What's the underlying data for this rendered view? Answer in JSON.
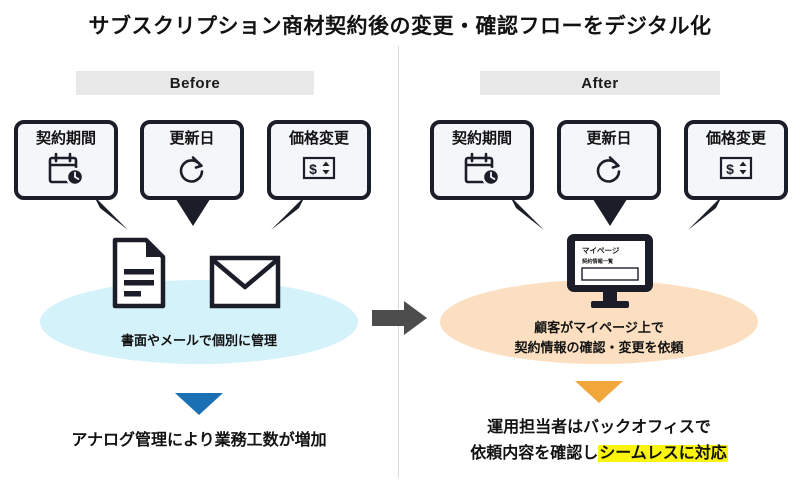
{
  "title": "サブスクリプション商材契約後の変更・確認フローをデジタル化",
  "columns": {
    "before": {
      "header": "Before",
      "bubbles": [
        {
          "label": "契約期間",
          "icon": "calendar-clock-icon"
        },
        {
          "label": "更新日",
          "icon": "refresh-icon"
        },
        {
          "label": "価格変更",
          "icon": "price-change-icon"
        }
      ],
      "scene_icons": [
        {
          "icon": "document-icon"
        },
        {
          "icon": "envelope-icon"
        }
      ],
      "ellipse_caption": "書面やメールで個別に管理",
      "ellipse_color": "#d4f2fa",
      "arrow_color": "#1b70b4",
      "conclusion": "アナログ管理により業務工数が増加"
    },
    "after": {
      "header": "After",
      "bubbles": [
        {
          "label": "契約期間",
          "icon": "calendar-clock-icon"
        },
        {
          "label": "更新日",
          "icon": "refresh-icon"
        },
        {
          "label": "価格変更",
          "icon": "price-change-icon"
        }
      ],
      "monitor": {
        "icon": "monitor-icon",
        "screen_title": "マイページ",
        "screen_subtitle": "契約情報一覧"
      },
      "ellipse_caption_line1": "顧客がマイページ上で",
      "ellipse_caption_line2": "契約情報の確認・変更を依頼",
      "ellipse_color": "#fbdfc0",
      "arrow_color": "#f2a73b",
      "conclusion_line1": "運用担当者はバックオフィスで",
      "conclusion_line2_plain": "依頼内容を確認し",
      "conclusion_line2_highlight": "シームレスに対応",
      "highlight_color": "#fbf40f"
    }
  },
  "transition_arrow": {
    "icon": "right-arrow-icon",
    "color": "#4d4d4d"
  }
}
